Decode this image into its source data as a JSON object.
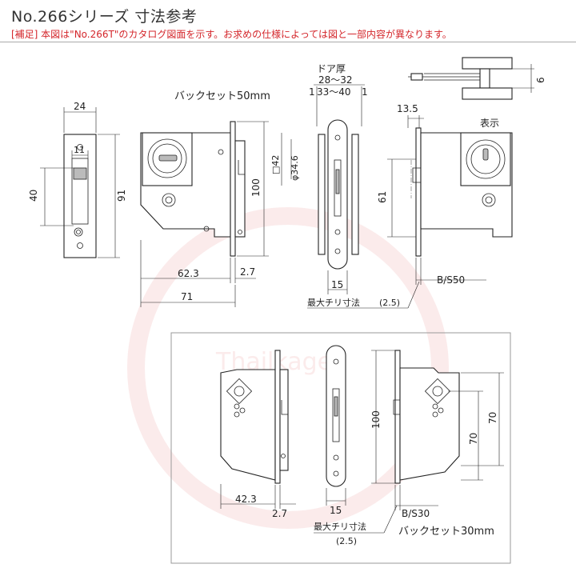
{
  "header": {
    "title": "No.266シリーズ 寸法参考",
    "note": "[補足] 本図は\"No.266T\"のカタログ図面を示す。お求めの仕様によっては図と一部内容が異なります。"
  },
  "top_drawing": {
    "backset_label": "バックセット50mm",
    "door_thickness_label": "ドア厚",
    "door_thickness_range_a": "28～32",
    "door_thickness_range_b": "33～40",
    "dim_one_left": "1",
    "dim_one_right": "1",
    "faceplate_width": "24",
    "slot_width": "11",
    "slot_height": "40",
    "faceplate_height": "91",
    "body_height": "100",
    "square_size": "□42",
    "dia_size": "φ34.6",
    "dim_62_3": "62.3",
    "dim_2_7": "2.7",
    "dim_71": "71",
    "edge_width": "15",
    "max_clearance_label": "最大チリ寸法",
    "max_clearance_value": "(2.5)",
    "dim_13_5": "13.5",
    "indicator_label": "表示",
    "dim_61": "61",
    "bs_50": "B/S50",
    "side_thickness": "6"
  },
  "bottom_drawing": {
    "backset_label": "バックセット30mm",
    "dim_42_3": "42.3",
    "dim_2_7": "2.7",
    "edge_width": "15",
    "body_height": "100",
    "bs_30": "B/S30",
    "dim_70_a": "70",
    "dim_70_b": "70",
    "max_clearance_label": "最大チリ寸法",
    "max_clearance_value": "(2.5)"
  },
  "watermark": {
    "text": "Thailkage"
  },
  "colors": {
    "note_red": "#d4262b",
    "line": "#222222",
    "watermark": "#f4c7c7"
  }
}
